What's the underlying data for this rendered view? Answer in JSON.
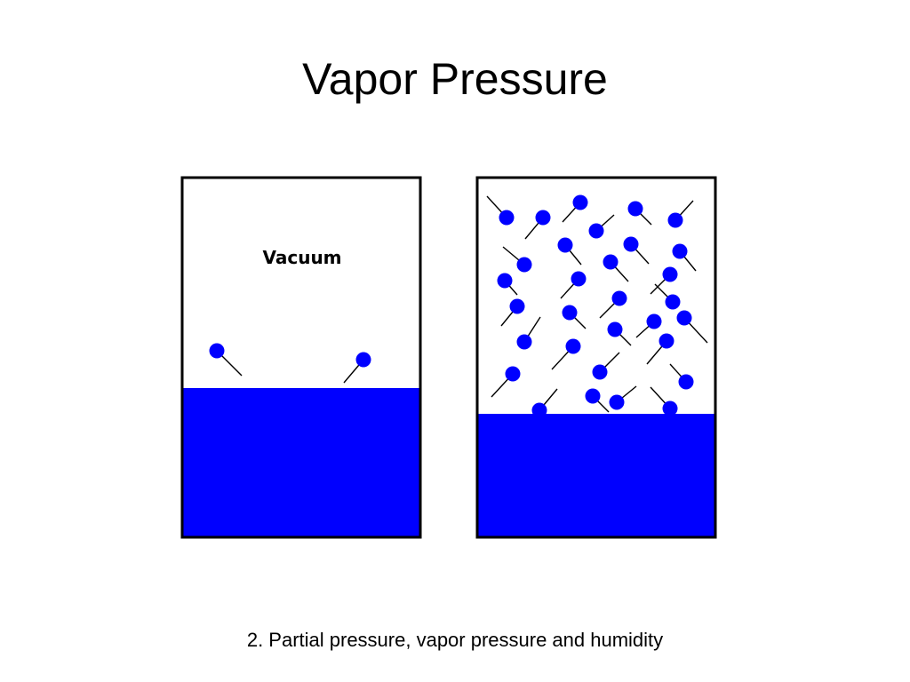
{
  "slide": {
    "title": "Vapor Pressure",
    "caption": "2. Partial pressure, vapor pressure and humidity"
  },
  "diagram": {
    "left_container": {
      "label": "Vacuum"
    },
    "colors": {
      "liquid": "#0000ff",
      "molecule": "#0000ff",
      "trail": "#000000",
      "border": "#000000"
    }
  }
}
